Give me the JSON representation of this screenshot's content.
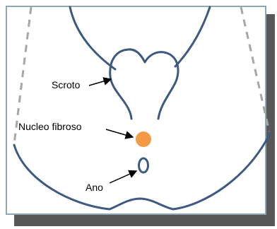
{
  "labels": {
    "scrotum": "Scroto",
    "fibrous_nucleus": "Nucleo fibroso",
    "anus": "Ano"
  },
  "colors": {
    "outline": "#3c5a82",
    "nucleus": "#f39a47",
    "dashed_line": "#a6a6a6",
    "frame_border": "#8fa7b0",
    "shadow": "#585858",
    "arrow": "#000000"
  }
}
